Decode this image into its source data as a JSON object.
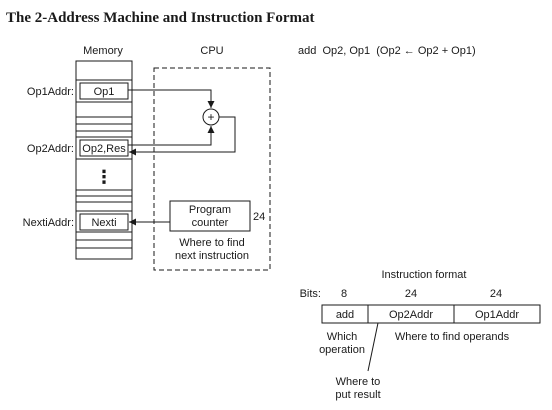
{
  "title": "The 2-Address Machine and Instruction Format",
  "memory": {
    "label": "Memory",
    "rows": [
      {
        "addr": "Op1Addr:",
        "content": "Op1"
      },
      {
        "addr": "Op2Addr:",
        "content": "Op2,Res"
      },
      {
        "addr": "NextiAddr:",
        "content": "Nexti"
      }
    ],
    "ellipsis": "⋮"
  },
  "cpu": {
    "label": "CPU",
    "adder_symbol": "+",
    "pc_line1": "Program",
    "pc_line2": "counter",
    "pc_bits": "24",
    "note_line1": "Where to find",
    "note_line2": "next instruction"
  },
  "instruction": {
    "text": "add  Op2, Op1  (Op2 ← Op2 + Op1)"
  },
  "format": {
    "title": "Instruction format",
    "bits_label": "Bits:",
    "fields": [
      {
        "bits": "8",
        "name": "add"
      },
      {
        "bits": "24",
        "name": "Op2Addr"
      },
      {
        "bits": "24",
        "name": "Op1Addr"
      }
    ],
    "which_line1": "Which",
    "which_line2": "operation",
    "operands_note": "Where to find operands",
    "result_line1": "Where to",
    "result_line2": "put result"
  }
}
